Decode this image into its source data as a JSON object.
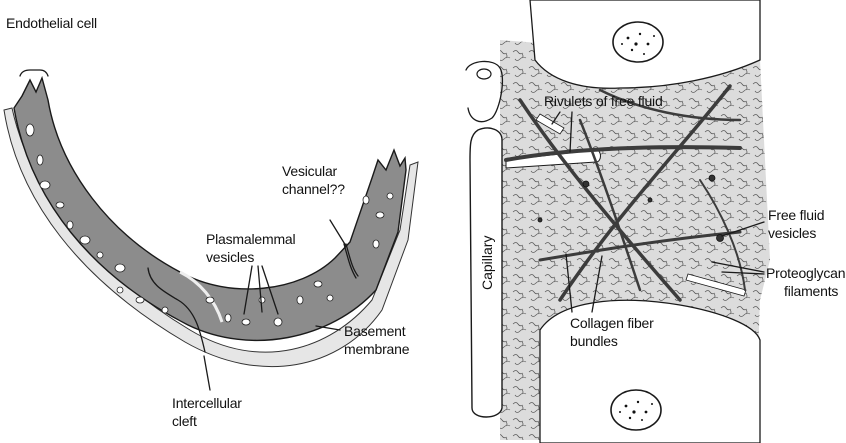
{
  "left_panel": {
    "labels": {
      "endothelial_cell": "Endothelial cell",
      "vesicular_channel_1": "Vesicular",
      "vesicular_channel_2": "channel??",
      "plasmalemmal_1": "Plasmalemmal",
      "plasmalemmal_2": "vesicles",
      "basement_1": "Basement",
      "basement_2": "membrane",
      "intercellular_1": "Intercellular",
      "intercellular_2": "cleft"
    }
  },
  "right_panel": {
    "labels": {
      "rivulets": "Rivulets of free fluid",
      "capillary": "Capillary",
      "free_fluid_1": "Free fluid",
      "free_fluid_2": "vesicles",
      "proteoglycan_1": "Proteoglycan",
      "proteoglycan_2": "filaments",
      "collagen_1": "Collagen fiber",
      "collagen_2": "bundles"
    }
  },
  "colors": {
    "cell_fill": "#8c8c8c",
    "interstitium_fill": "#d9d9d9",
    "ink": "#1a1a1a",
    "background": "#ffffff"
  }
}
